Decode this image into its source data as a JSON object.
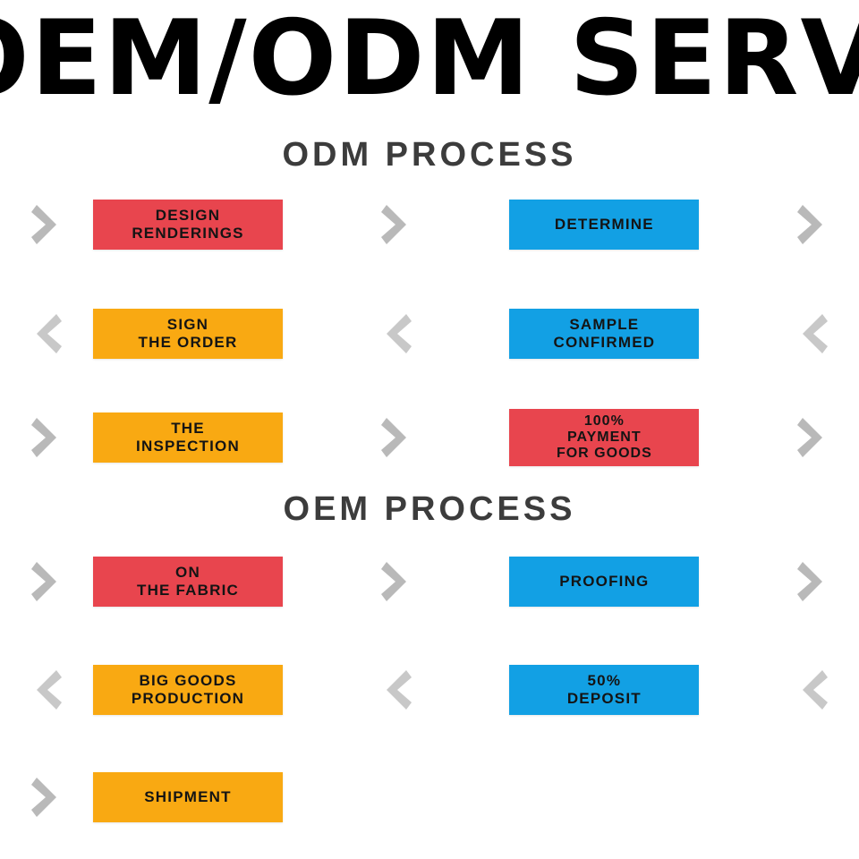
{
  "banner": {
    "title": "OEM/ODM SERVICE",
    "cropped": true
  },
  "sections": [
    {
      "id": "odm",
      "heading": "ODM PROCESS",
      "rows": [
        {
          "direction": "right",
          "left_arrow": "chevron-right-icon",
          "mid_arrow": "chevron-right-icon",
          "right_arrow": "chevron-right-icon",
          "box1": {
            "label": "DESIGN\nRENDERINGS",
            "color": "#e8454e",
            "color_name": "red"
          },
          "box2": {
            "label": "DETERMINE",
            "color": "#12a0e4",
            "color_name": "blue"
          }
        },
        {
          "direction": "left",
          "left_arrow": "chevron-left-icon",
          "mid_arrow": "chevron-left-icon",
          "right_arrow": "chevron-left-icon",
          "box1": {
            "label": "SIGN\nTHE ORDER",
            "color": "#f9a912",
            "color_name": "orange"
          },
          "box2": {
            "label": "SAMPLE\nCONFIRMED",
            "color": "#12a0e4",
            "color_name": "blue"
          }
        },
        {
          "direction": "right",
          "left_arrow": "chevron-right-icon",
          "mid_arrow": "chevron-right-icon",
          "right_arrow": "chevron-right-icon",
          "box1": {
            "label": "THE\nINSPECTION",
            "color": "#f9a912",
            "color_name": "orange"
          },
          "box2": {
            "label": "100%\nPAYMENT\nFOR GOODS",
            "color": "#e8454e",
            "color_name": "red"
          }
        }
      ]
    },
    {
      "id": "oem",
      "heading": "OEM PROCESS",
      "rows": [
        {
          "direction": "right",
          "left_arrow": "chevron-right-icon",
          "mid_arrow": "chevron-right-icon",
          "right_arrow": "chevron-right-icon",
          "box1": {
            "label": "ON\nTHE FABRIC",
            "color": "#e8454e",
            "color_name": "red"
          },
          "box2": {
            "label": "PROOFING",
            "color": "#12a0e4",
            "color_name": "blue"
          }
        },
        {
          "direction": "left",
          "left_arrow": "chevron-left-icon",
          "mid_arrow": "chevron-left-icon",
          "right_arrow": "chevron-left-icon",
          "box1": {
            "label": "BIG GOODS\nPRODUCTION",
            "color": "#f9a912",
            "color_name": "orange"
          },
          "box2": {
            "label": "50%\nDEPOSIT",
            "color": "#12a0e4",
            "color_name": "blue"
          }
        },
        {
          "direction": "right",
          "left_arrow": "chevron-right-icon",
          "mid_arrow": null,
          "right_arrow": null,
          "box1": {
            "label": "SHIPMENT",
            "color": "#f9a912",
            "color_name": "orange"
          },
          "box2": null
        }
      ]
    }
  ],
  "palette": {
    "red": "#e8454e",
    "blue": "#12a0e4",
    "orange": "#f9a912",
    "arrow_gray": "#b9b9b9",
    "heading_gray": "#3c3c3c",
    "background": "#ffffff",
    "box_text": "#141414"
  }
}
